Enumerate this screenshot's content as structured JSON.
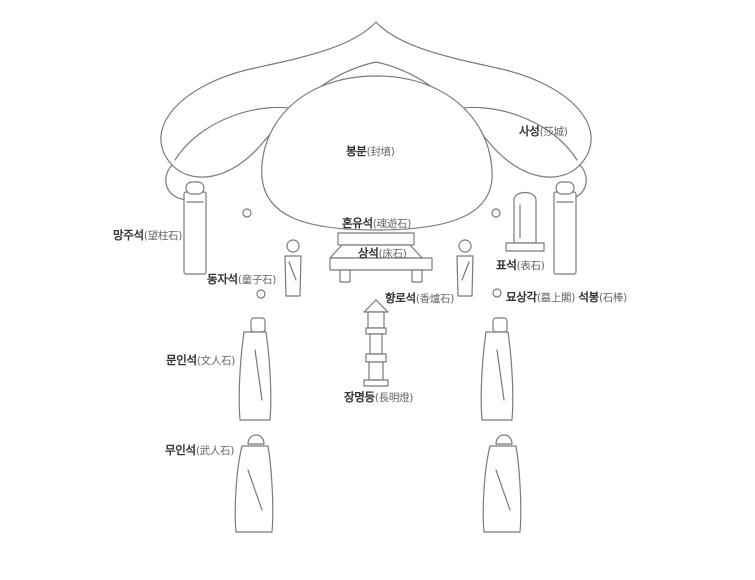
{
  "colors": {
    "line": "#7a7a7a",
    "fill": "#ffffff",
    "text": "#333333",
    "hanja": "#666666"
  },
  "labels": {
    "bongbun": {
      "hangul": "봉분",
      "hanja": "(封墳)"
    },
    "sasung": {
      "hangul": "사성",
      "hanja": "(莎城)"
    },
    "honyuseok": {
      "hangul": "혼유석",
      "hanja": "(魂遊石)"
    },
    "sangseok": {
      "hangul": "상석",
      "hanja": "(床石)"
    },
    "mangjuseok": {
      "hangul": "망주석",
      "hanja": "(望柱石)"
    },
    "dongjaseok": {
      "hangul": "동자석",
      "hanja": "(童子石)"
    },
    "hyangroseok": {
      "hangul": "향로석",
      "hanja": "(香爐石)"
    },
    "pyoseok": {
      "hangul": "표석",
      "hanja": "(表石)"
    },
    "myosanggak": {
      "hangul": "묘상각",
      "hanja": "(墓上閣)"
    },
    "seokbong": {
      "hangul": "석봉",
      "hanja": "(石棒)"
    },
    "muninseok": {
      "hangul": "문인석",
      "hanja": "(文人石)"
    },
    "jangmyeongdeung": {
      "hangul": "장명등",
      "hanja": "(長明燈)"
    },
    "muinseok": {
      "hangul": "무인석",
      "hanja": "(武人石)"
    }
  }
}
